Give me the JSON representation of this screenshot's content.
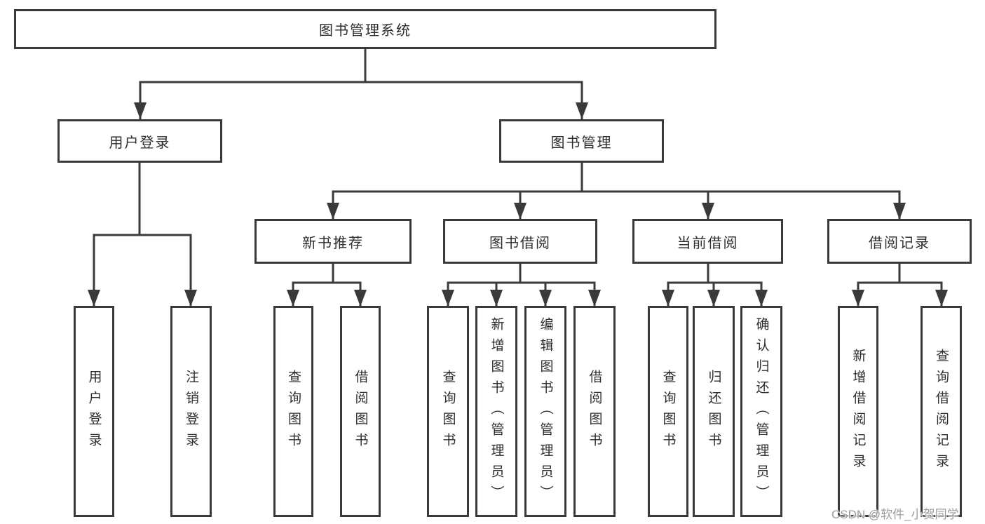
{
  "nodes": {
    "root": {
      "label": "图书管理系统"
    },
    "user_login": {
      "label": "用户登录"
    },
    "book_mgmt": {
      "label": "图书管理"
    },
    "new_book_rec": {
      "label": "新书推荐"
    },
    "book_borrow": {
      "label": "图书借阅"
    },
    "current_borrow": {
      "label": "当前借阅"
    },
    "borrow_records": {
      "label": "借阅记录"
    },
    "v_user_login": {
      "label": "用户登录"
    },
    "v_logout": {
      "label": "注销登录"
    },
    "v_query_book_1": {
      "label": "查询图书"
    },
    "v_borrow_book_1": {
      "label": "借阅图书"
    },
    "v_query_book_2": {
      "label": "查询图书"
    },
    "v_add_book": {
      "label": "新增图书（管理员）"
    },
    "v_edit_book": {
      "label": "编辑图书（管理员）"
    },
    "v_borrow_book_2": {
      "label": "借阅图书"
    },
    "v_query_book_3": {
      "label": "查询图书"
    },
    "v_return_book": {
      "label": "归还图书"
    },
    "v_confirm_return": {
      "label": "确认归还（管理员）"
    },
    "v_add_record": {
      "label": "新增借阅记录"
    },
    "v_query_record": {
      "label": "查询借阅记录"
    }
  },
  "watermark": {
    "text": "CSDN @软件_小贺同学"
  },
  "colors": {
    "line": "#3a3a3a",
    "text": "#2d2d2d",
    "watermark": "#9c9c9c",
    "background": "#ffffff"
  }
}
